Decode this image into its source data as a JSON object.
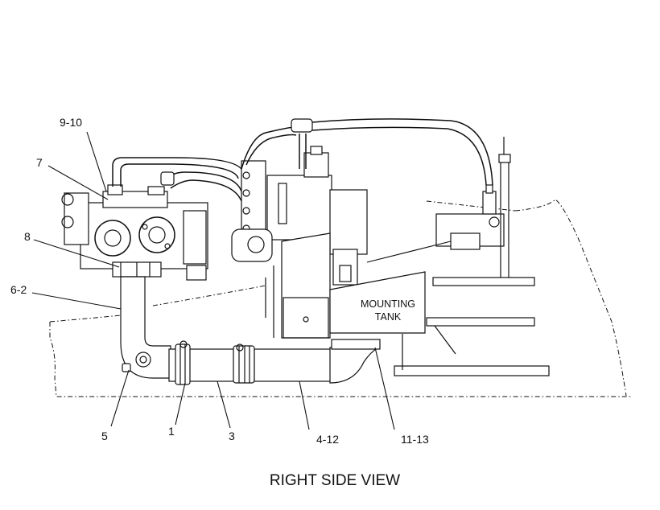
{
  "caption": "RIGHT SIDE VIEW",
  "tank_label": [
    "MOUNTING",
    "TANK"
  ],
  "callouts": {
    "c_9_10": "9-10",
    "c_7": "7",
    "c_8": "8",
    "c_6_2": "6-2",
    "c_5": "5",
    "c_1": "1",
    "c_3": "3",
    "c_4_12": "4-12",
    "c_11_13": "11-13"
  }
}
